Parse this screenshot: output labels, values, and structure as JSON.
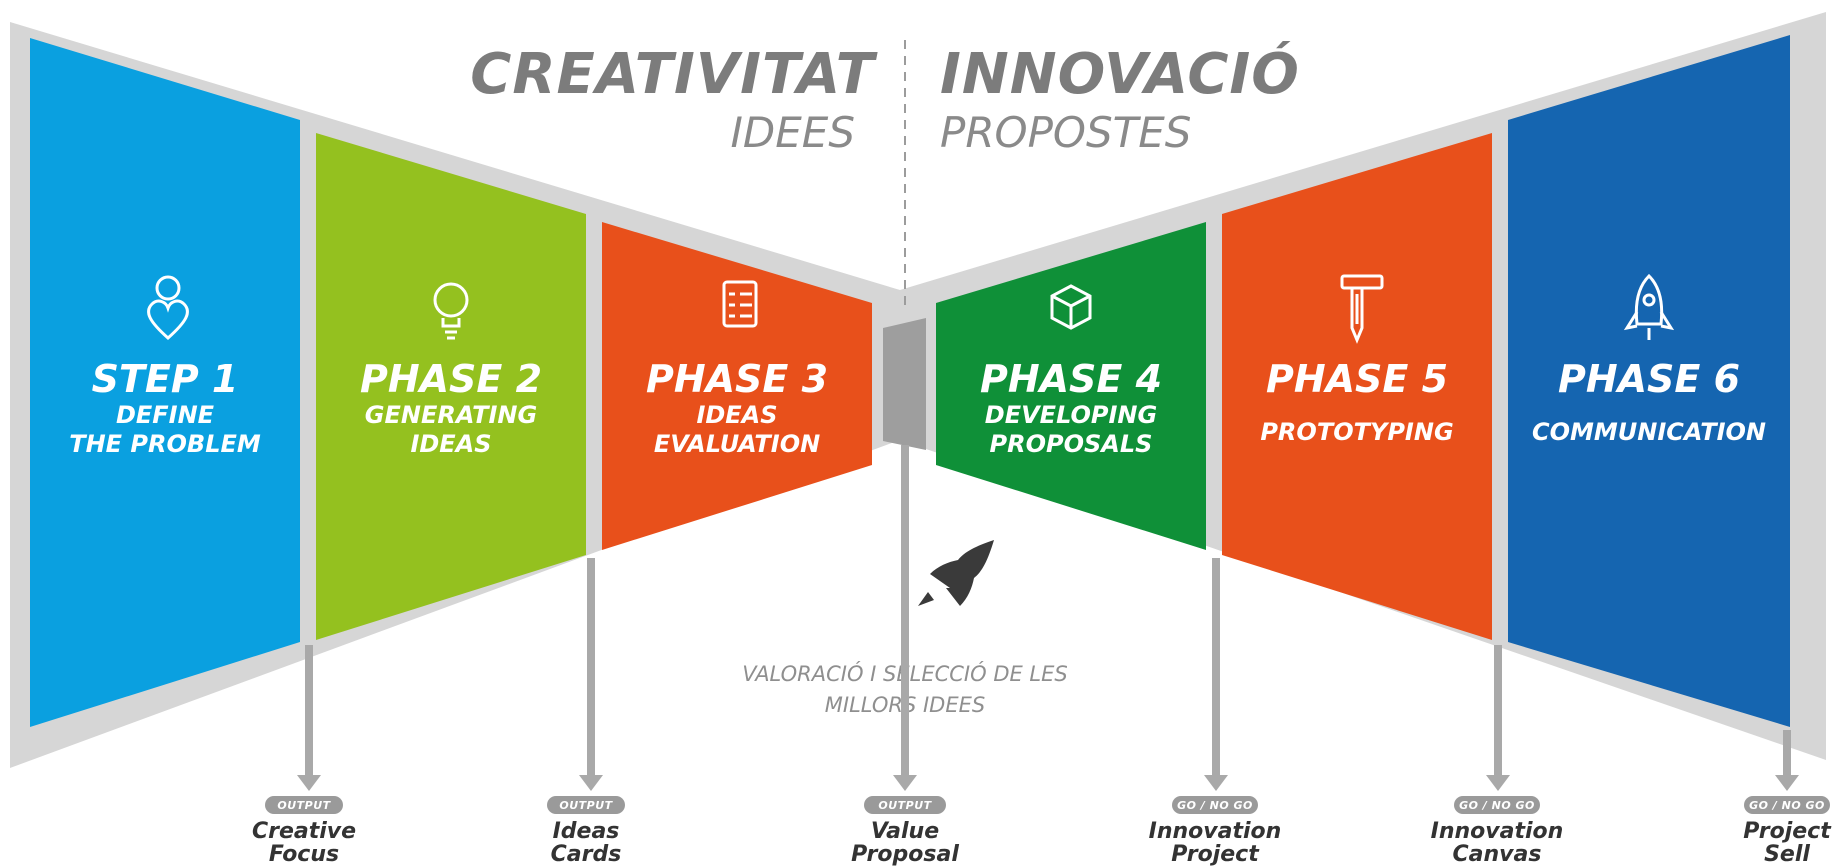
{
  "header": {
    "left_title": "CREATIVITAT",
    "right_title": "INNOVACIÓ",
    "left_subtitle": "IDEES",
    "right_subtitle": "PROPOSTES"
  },
  "phases": [
    {
      "title": "STEP 1",
      "line1": "DEFINE",
      "line2": "THE PROBLEM",
      "color": "#0aa0e0",
      "icon": "person-heart-icon"
    },
    {
      "title": "PHASE 2",
      "line1": "GENERATING",
      "line2": "IDEAS",
      "color": "#f6ae32",
      "icon": "lightbulb-icon"
    },
    {
      "title": "PHASE 3",
      "line1": "IDEAS",
      "line2": "EVALUATION",
      "color": "#94c11f",
      "icon": "checklist-icon"
    },
    {
      "title": "PHASE 4",
      "line1": "DEVELOPING",
      "line2": "PROPOSALS",
      "color": "#0f9038",
      "icon": "cube-icon"
    },
    {
      "title": "PHASE 5",
      "line1": "PROTOTYPING",
      "line2": "",
      "color": "#e8501b",
      "icon": "hammer-tool-icon"
    },
    {
      "title": "PHASE 6",
      "line1": "COMMUNICATION",
      "line2": "",
      "color": "#1565b0",
      "icon": "rocket-icon"
    }
  ],
  "center_note": {
    "line1": "VALORACIÓ I SELECCIÓ DE LES",
    "line2": "MILLORS IDEES",
    "icon": "rocket-launch-icon"
  },
  "outputs": [
    {
      "badge": "OUTPUT",
      "line1": "Creative",
      "line2": "Focus"
    },
    {
      "badge": "OUTPUT",
      "line1": "Ideas",
      "line2": "Cards"
    },
    {
      "badge": "OUTPUT",
      "line1": "Value",
      "line2": "Proposal"
    },
    {
      "badge": "GO / NO GO",
      "line1": "Innovation",
      "line2": "Project"
    },
    {
      "badge": "GO / NO GO",
      "line1": "Innovation",
      "line2": "Canvas"
    },
    {
      "badge": "GO / NO GO",
      "line1": "Project",
      "line2": "Sell"
    }
  ],
  "colors": {
    "frame": "#d6d6d6",
    "divider": "#9c9c9c",
    "arrow": "#a9a9a9",
    "pill": "#9a9a9a"
  }
}
